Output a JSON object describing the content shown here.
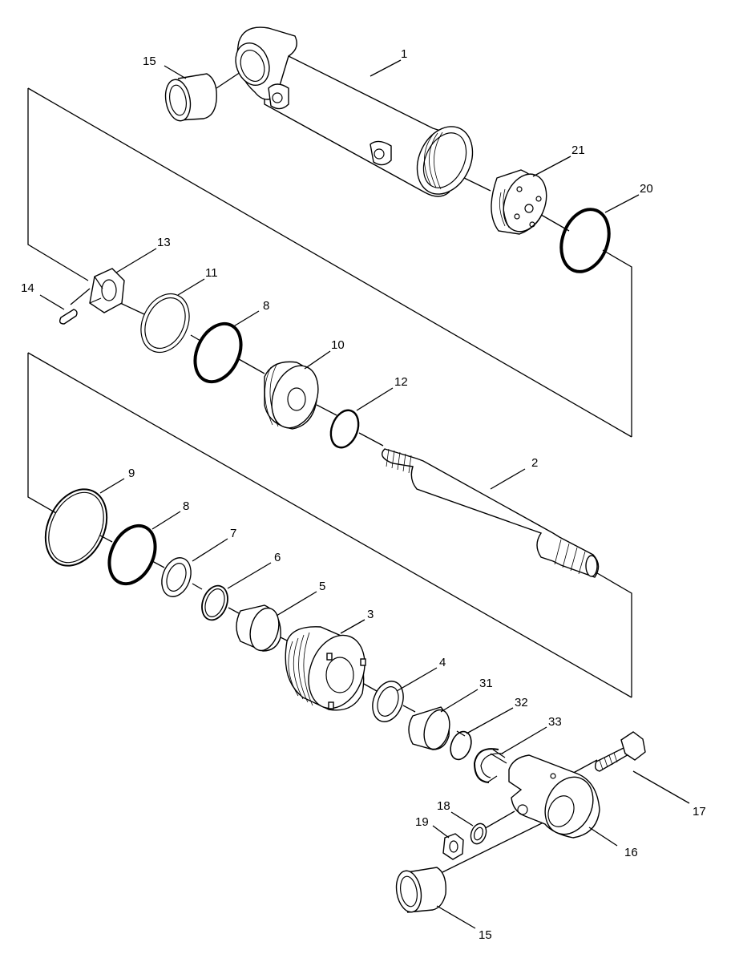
{
  "callouts": [
    {
      "id": "c1",
      "label": "1"
    },
    {
      "id": "c15a",
      "label": "15"
    },
    {
      "id": "c21",
      "label": "21"
    },
    {
      "id": "c20",
      "label": "20"
    },
    {
      "id": "c13",
      "label": "13"
    },
    {
      "id": "c14",
      "label": "14"
    },
    {
      "id": "c11",
      "label": "11"
    },
    {
      "id": "c8a",
      "label": "8"
    },
    {
      "id": "c10",
      "label": "10"
    },
    {
      "id": "c12",
      "label": "12"
    },
    {
      "id": "c2",
      "label": "2"
    },
    {
      "id": "c9",
      "label": "9"
    },
    {
      "id": "c8b",
      "label": "8"
    },
    {
      "id": "c7",
      "label": "7"
    },
    {
      "id": "c6",
      "label": "6"
    },
    {
      "id": "c5",
      "label": "5"
    },
    {
      "id": "c3",
      "label": "3"
    },
    {
      "id": "c4",
      "label": "4"
    },
    {
      "id": "c31",
      "label": "31"
    },
    {
      "id": "c32",
      "label": "32"
    },
    {
      "id": "c33",
      "label": "33"
    },
    {
      "id": "c17",
      "label": "17"
    },
    {
      "id": "c18",
      "label": "18"
    },
    {
      "id": "c19",
      "label": "19"
    },
    {
      "id": "c16",
      "label": "16"
    },
    {
      "id": "c15b",
      "label": "15"
    }
  ]
}
